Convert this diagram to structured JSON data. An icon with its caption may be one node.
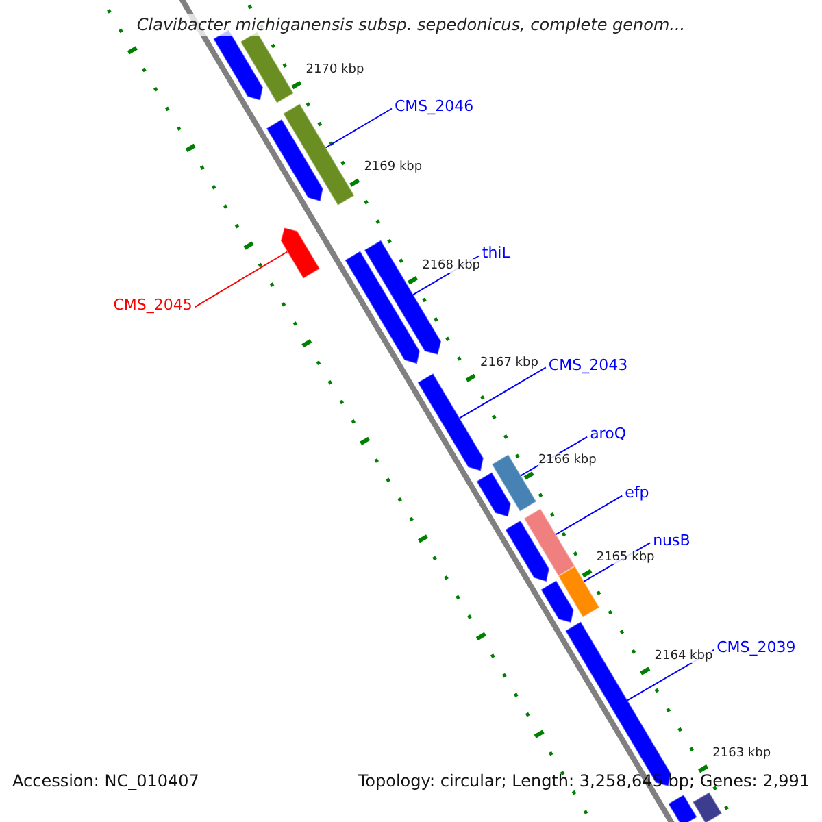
{
  "diagram": {
    "title": "Clavibacter michiganensis subsp. sepedonicus, complete genom...",
    "nodes": [
      {
        "text": [
          "CMS_2046"
        ]
      },
      {
        "text": [
          "CMS_2045"
        ]
      },
      {
        "text": [
          "thiL"
        ]
      },
      {
        "text": [
          "CMS_2043"
        ]
      },
      {
        "text": [
          "aroQ"
        ]
      },
      {
        "text": [
          "efp"
        ]
      },
      {
        "text": [
          "nusB"
        ]
      },
      {
        "text": [
          "CMS_2039"
        ]
      },
      {
        "text": [],
        "shape": "bar"
      },
      {
        "text": [],
        "shape": "bar"
      },
      {
        "text": [],
        "shape": "bar"
      },
      {
        "text": [],
        "shape": "bar"
      },
      {
        "text": [],
        "shape": "bar"
      },
      {
        "text": [],
        "shape": "bar"
      },
      {
        "text": [],
        "shape": "bar"
      },
      {
        "text": [],
        "shape": "bar"
      },
      {
        "text": [],
        "shape": "bar"
      },
      {
        "text": [],
        "shape": "bar"
      },
      {
        "text": [],
        "shape": "bar"
      },
      {
        "text": [],
        "shape": "bar"
      },
      {
        "text": [],
        "shape": "bar"
      },
      {
        "text": [],
        "shape": "bar"
      },
      {
        "text": [],
        "shape": "bar"
      },
      {
        "text": [],
        "shape": "bar"
      },
      {
        "text": [],
        "shape": "bar"
      }
    ],
    "edges": [
      {
        "from": 0,
        "to": 10,
        "arrow": "none"
      },
      {
        "from": 1,
        "to": 12,
        "arrow": "none",
        "color": "#ff0000"
      },
      {
        "from": 2,
        "to": 14,
        "arrow": "none"
      },
      {
        "from": 3,
        "to": 15,
        "arrow": "none"
      },
      {
        "from": 4,
        "to": 16,
        "arrow": "none"
      },
      {
        "from": 5,
        "to": 18,
        "arrow": "none"
      },
      {
        "from": 6,
        "to": 20,
        "arrow": "none"
      },
      {
        "from": 7,
        "to": 22,
        "arrow": "none"
      }
    ],
    "labels": [
      "2170 kbp",
      "2169 kbp",
      "2168 kbp",
      "2167 kbp",
      "2166 kbp",
      "2165 kbp",
      "2164 kbp",
      "2163 kbp",
      "Accession: NC_010407",
      "Topology: circular; Length: 3,258,645 bp; Genes: 2,991"
    ]
  }
}
